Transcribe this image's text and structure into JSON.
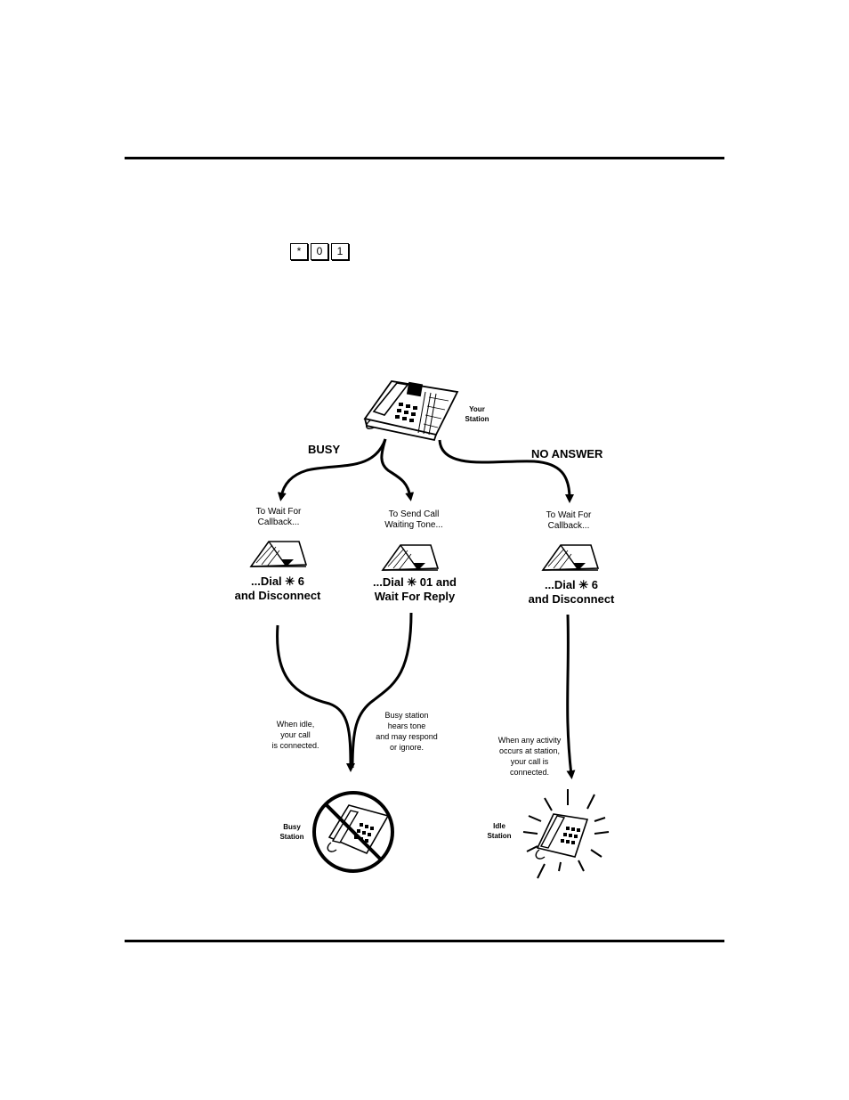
{
  "keys": [
    "*",
    "0",
    "1"
  ],
  "your_station": [
    "Your",
    "Station"
  ],
  "branches": {
    "busy": "BUSY",
    "no_answer": "NO ANSWER"
  },
  "left": {
    "caption": [
      "To Wait For",
      "Callback..."
    ],
    "dial": [
      "...Dial ✳ 6",
      "and Disconnect"
    ]
  },
  "middle": {
    "caption": [
      "To Send Call",
      "Waiting Tone..."
    ],
    "dial": [
      "...Dial ✳ 01 and",
      "Wait For Reply"
    ]
  },
  "right": {
    "caption": [
      "To Wait For",
      "Callback..."
    ],
    "dial": [
      "...Dial ✳ 6",
      "and Disconnect"
    ]
  },
  "notes": {
    "when_idle": [
      "When idle,",
      "your call",
      "is connected."
    ],
    "busy_tone": [
      "Busy station",
      "hears tone",
      "and may respond",
      "or ignore."
    ],
    "activity": [
      "When any activity",
      "occurs at station,",
      "your call is",
      "connected."
    ]
  },
  "busy_station": [
    "Busy",
    "Station"
  ],
  "idle_station": [
    "Idle",
    "Station"
  ]
}
